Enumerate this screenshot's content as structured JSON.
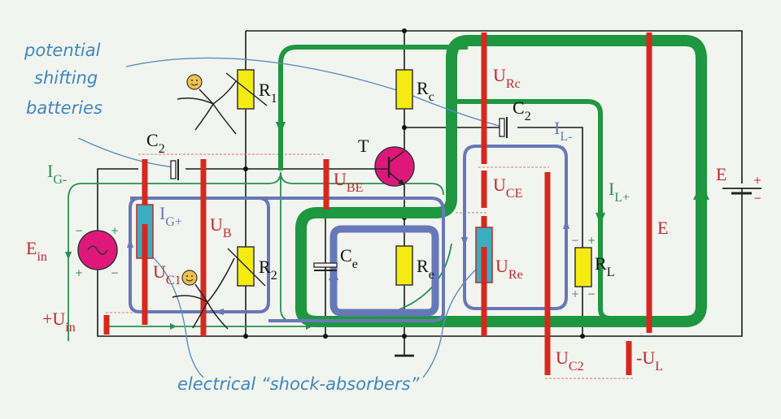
{
  "title": "Transistor amplifier circuit with current loops and voltage bars",
  "annotations": {
    "potential_line1": "potential",
    "potential_line2": "shifting",
    "potential_line3": "batteries",
    "shock_absorbers": "electrical “shock-absorbers”"
  },
  "components": {
    "R1": {
      "main": "R",
      "sub": "1"
    },
    "R2": {
      "main": "R",
      "sub": "2"
    },
    "Rc": {
      "main": "R",
      "sub": "c"
    },
    "Re": {
      "main": "R",
      "sub": "e"
    },
    "RL": {
      "main": "R",
      "sub": "L"
    },
    "Ce": {
      "main": "C",
      "sub": "e"
    },
    "C2_left": {
      "main": "C",
      "sub": "2"
    },
    "C2_right": {
      "main": "C",
      "sub": "2"
    },
    "T": "T",
    "E_battery": "E",
    "Ein": {
      "main": "E",
      "sub": "in"
    }
  },
  "voltages": {
    "UC1": {
      "main": "U",
      "sub": "C1"
    },
    "UB": {
      "main": "U",
      "sub": "B"
    },
    "UBE": {
      "main": "U",
      "sub": "BE"
    },
    "URc": {
      "main": "U",
      "sub": "Rc"
    },
    "UCE": {
      "main": "U",
      "sub": "CE"
    },
    "URe": {
      "main": "U",
      "sub": "Re"
    },
    "UC2": {
      "main": "U",
      "sub": "C2"
    },
    "UL": {
      "main": "-U",
      "sub": "L"
    },
    "Uin": {
      "main": "+U",
      "sub": "in"
    },
    "E_bar": "E"
  },
  "currents": {
    "IG_minus": {
      "main": "I",
      "sub": "G-"
    },
    "IG_plus": {
      "main": "I",
      "sub": "G+"
    },
    "IL_minus": {
      "main": "I",
      "sub": "L-"
    },
    "IL_plus": {
      "main": "I",
      "sub": "L+"
    }
  },
  "polarity": {
    "plus": "+",
    "minus": "−"
  },
  "colors": {
    "background": "#f2f5ef",
    "voltage_red": "#d6281f",
    "label_red": "#c0262c",
    "current_green": "#1f9640",
    "current_blue": "#6778b8",
    "annotation_blue": "#3f86c0",
    "resistor_yellow": "#f5eb12",
    "capacitor_cyan": "#3aaec0",
    "source_magenta": "#e0177a"
  }
}
